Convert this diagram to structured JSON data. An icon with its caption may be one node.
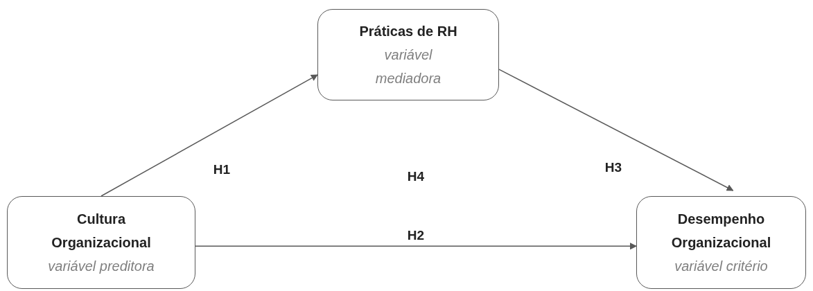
{
  "diagram": {
    "nodes": [
      {
        "text": [
          "Cultura Organizacional",
          "variável preditora"
        ]
      },
      {
        "text": [
          "Práticas de RH",
          "variável mediadora"
        ]
      },
      {
        "text": [
          "Desempenho Organizacional",
          "variável critério"
        ]
      }
    ],
    "edges": [
      {
        "from": 0,
        "to": 1,
        "arrow": "to",
        "label": "H1"
      },
      {
        "from": 1,
        "to": 2,
        "arrow": "to",
        "label": "H3"
      },
      {
        "from": 0,
        "to": 2,
        "arrow": "to",
        "label": "H2"
      }
    ],
    "labels": [
      "H4"
    ]
  }
}
